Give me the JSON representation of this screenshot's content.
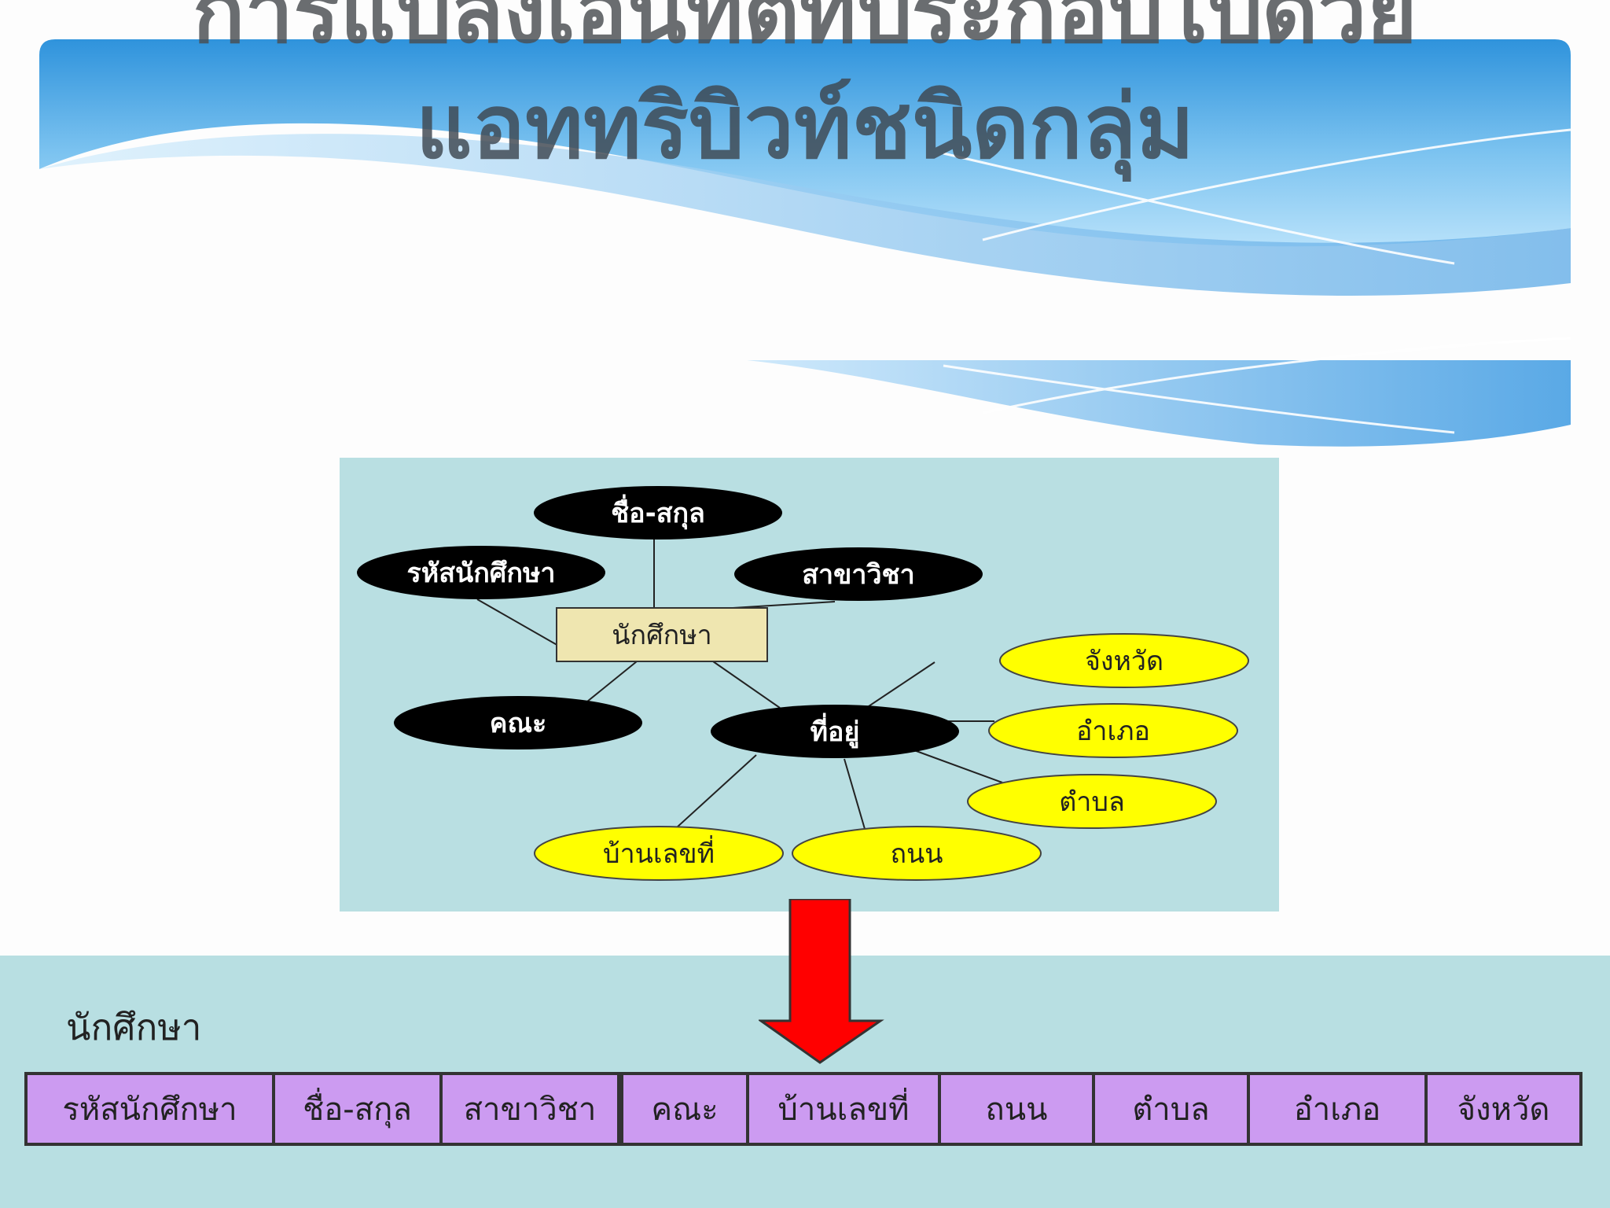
{
  "title": {
    "line1": "การแปลงเอนทิตีที่ประกอบไปด้วย",
    "line2": "แอททริบิวท์ชนิดกลุ่ม"
  },
  "diagram": {
    "entity": "นักศึกษา",
    "attributes": {
      "name": "ชื่อ-สกุล",
      "student_id": "รหัสนักศึกษา",
      "major": "สาขาวิชา",
      "faculty": "คณะ",
      "address": "ที่อยู่"
    },
    "address_parts": {
      "province": "จังหวัด",
      "district": "อำเภอ",
      "subdistrict": "ตำบล",
      "road": "ถนน",
      "house_no": "บ้านเลขที่"
    }
  },
  "result": {
    "table_name": "นักศึกษา",
    "columns": [
      "รหัสนักศึกษา",
      "ชื่อ-สกุล",
      "สาขาวิชา",
      "คณะ",
      "บ้านเลขที่",
      "ถนน",
      "ตำบล",
      "อำเภอ",
      "จังหวัด"
    ]
  },
  "colors": {
    "wave_blue": "#5aa9e6",
    "diagram_bg": "#b9dfe2",
    "entity_box": "#efe6b0",
    "composite_attr": "#ffff00",
    "simple_attr": "#000000",
    "arrow": "#ff0000",
    "table_fill": "#cc9bf1"
  }
}
